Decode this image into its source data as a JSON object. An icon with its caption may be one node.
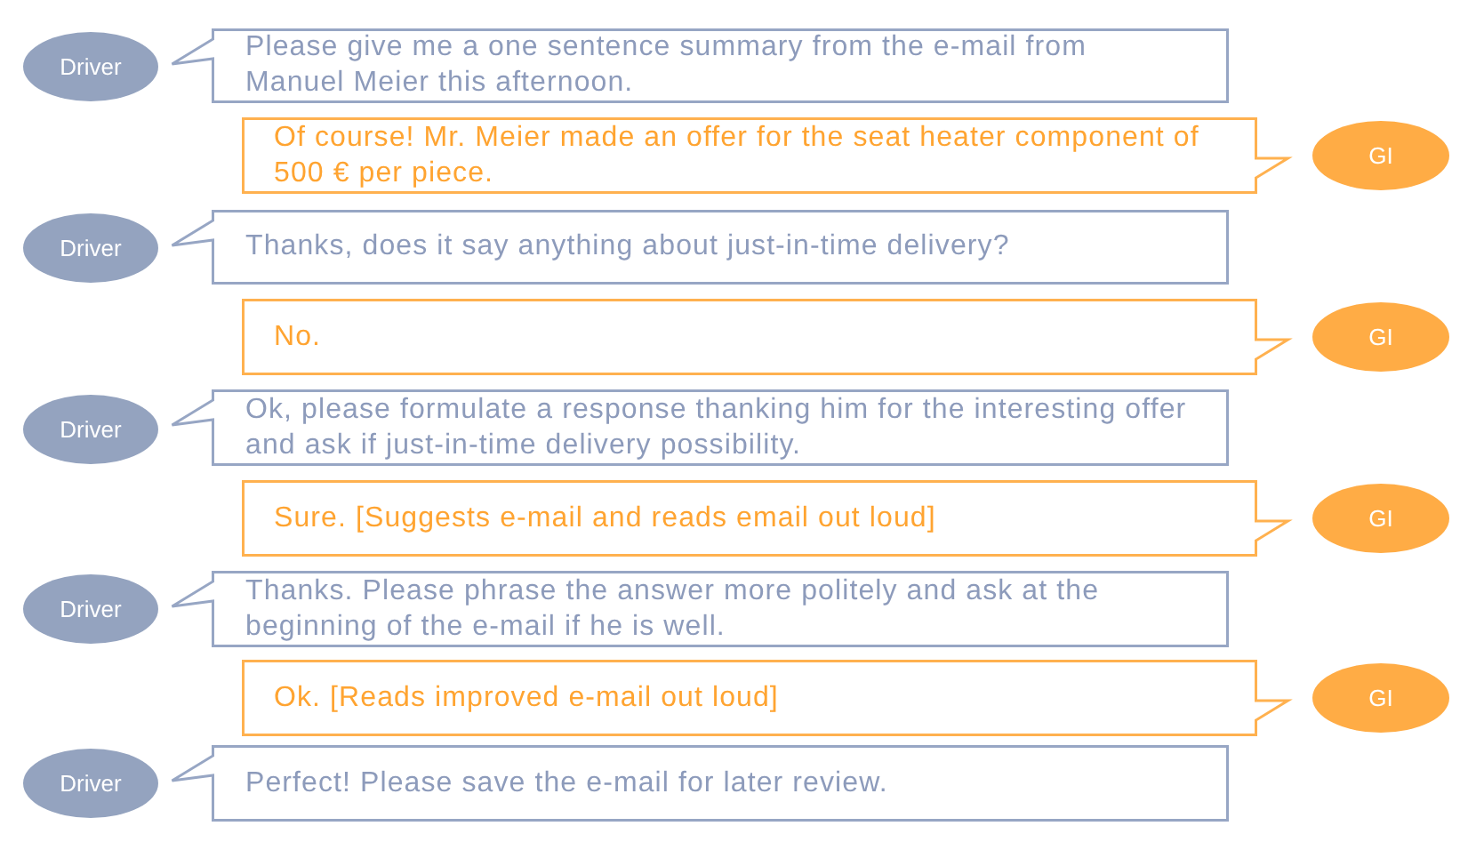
{
  "diagram": {
    "nodes": [
      {
        "text": [
          "Driver"
        ]
      },
      {
        "text": [
          "Please give me a one sentence summary from the e-mail from Manuel Meier this afternoon."
        ]
      },
      {
        "text": [
          "Of course! Mr. Meier made an offer for the seat heater component of 500 € per piece."
        ]
      },
      {
        "text": [
          "GI"
        ]
      },
      {
        "text": [
          "Driver"
        ]
      },
      {
        "text": [
          "Thanks, does it say anything about just-in-time delivery?"
        ]
      },
      {
        "text": [
          "No."
        ]
      },
      {
        "text": [
          "GI"
        ]
      },
      {
        "text": [
          "Driver"
        ]
      },
      {
        "text": [
          "Ok, please formulate a response thanking him for the interesting offer and ask if just-in-time delivery possibility."
        ]
      },
      {
        "text": [
          "Sure. [Suggests e-mail and reads email out loud]"
        ]
      },
      {
        "text": [
          "GI"
        ]
      },
      {
        "text": [
          "Driver"
        ]
      },
      {
        "text": [
          "Thanks. Please phrase the answer more politely and ask at the beginning of the e-mail if he is well."
        ]
      },
      {
        "text": [
          "Ok. [Reads improved e-mail out loud]"
        ]
      },
      {
        "text": [
          "GI"
        ]
      },
      {
        "text": [
          "Driver"
        ]
      },
      {
        "text": [
          "Perfect! Please save the e-mail for later review."
        ]
      }
    ]
  }
}
